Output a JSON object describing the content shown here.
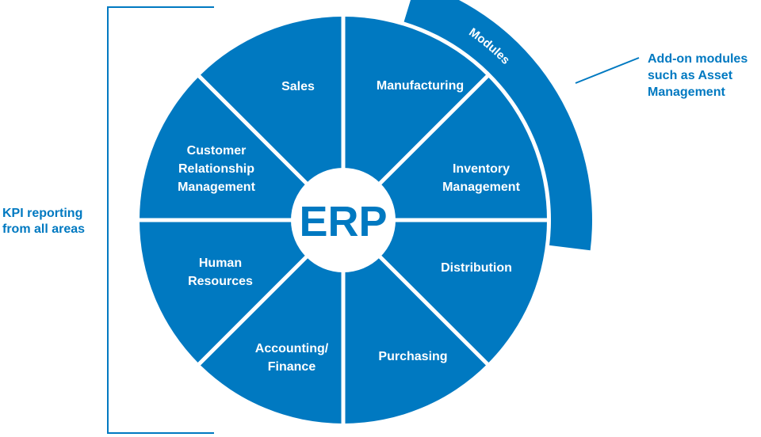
{
  "center": {
    "label": "ERP"
  },
  "segments": [
    {
      "key": "manufacturing",
      "lines": [
        "Manufacturing"
      ]
    },
    {
      "key": "inventory",
      "lines": [
        "Inventory",
        "Management"
      ]
    },
    {
      "key": "distribution",
      "lines": [
        "Distribution"
      ]
    },
    {
      "key": "purchasing",
      "lines": [
        "Purchasing"
      ]
    },
    {
      "key": "accounting",
      "lines": [
        "Accounting/",
        "Finance"
      ]
    },
    {
      "key": "hr",
      "lines": [
        "Human",
        "Resources"
      ]
    },
    {
      "key": "crm",
      "lines": [
        "Customer",
        "Relationship",
        "Management"
      ]
    },
    {
      "key": "sales",
      "lines": [
        "Sales"
      ]
    }
  ],
  "modules_arc": {
    "label": "Modules"
  },
  "addon_note": {
    "lines": [
      "Add-on modules",
      "such as Asset",
      "Management"
    ]
  },
  "kpi_note": {
    "lines": [
      "KPI reporting",
      "from all areas"
    ]
  },
  "colors": {
    "primary": "#0079c1",
    "background": "#ffffff"
  }
}
